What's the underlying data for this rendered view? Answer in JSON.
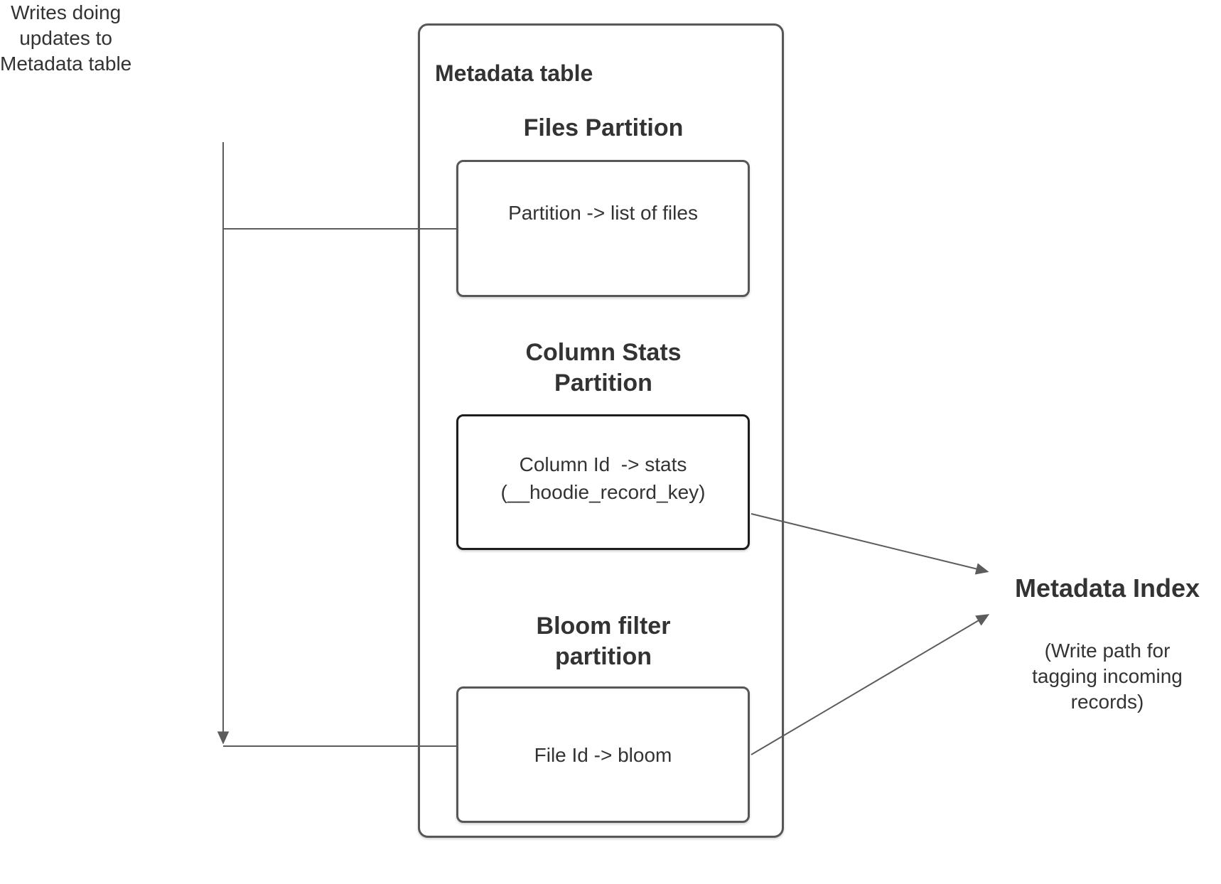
{
  "labels": {
    "writes_note": "Writes doing\nupdates to\nMetadata table"
  },
  "metadata_table": {
    "title": "Metadata table",
    "sections": [
      {
        "title": "Files Partition",
        "content": "Partition -> list of files"
      },
      {
        "title": "Column Stats\nPartition",
        "content": "Column Id  -> stats\n(__hoodie_record_key)"
      },
      {
        "title": "Bloom filter\npartition",
        "content": "File Id -> bloom"
      }
    ]
  },
  "metadata_index": {
    "title": "Metadata Index",
    "subtitle": "(Write path for\ntagging incoming\nrecords)"
  },
  "colors": {
    "connector": "#5c5c5c",
    "box_border": "#575757",
    "dark_box_border": "#1d1d1d",
    "text": "#333333",
    "background": "#ffffff"
  }
}
